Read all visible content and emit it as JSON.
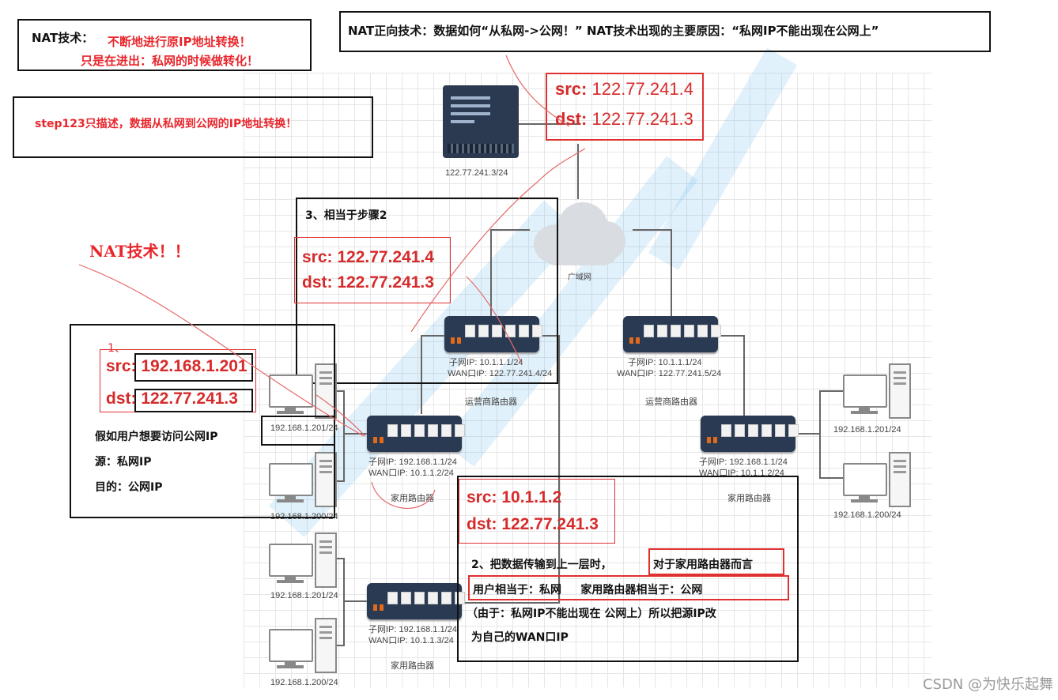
{
  "top_left_box": {
    "heading": "NAT技术：",
    "line1": "不断地进行原IP地址转换！",
    "line2": "只是在进出：私网的时候做转化！"
  },
  "top_right_box": {
    "text": "NAT正向技术：数据如何“从私网->公网！” NAT技术出现的主要原因：“私网IP不能出现在公网上”"
  },
  "step_note": "step123只描述，数据从私网到公网的IP地址转换！",
  "handwritten_nat": "NAT技术！！",
  "server": {
    "ip": "122.77.241.3/24",
    "src": "src: ",
    "src_val": "122.77.241.4",
    "dst": "dst: ",
    "dst_val": "122.77.241.3"
  },
  "cloud_label": "广域网",
  "step3": {
    "title": "3、相当于步骤2",
    "src": "src: ",
    "src_val": "122.77.241.4",
    "dst": "dst: ",
    "dst_val": "122.77.241.3"
  },
  "step1": {
    "num": "1、",
    "src": "src: ",
    "src_val": "192.168.1.201",
    "dst": "dst: ",
    "dst_val": "122.77.241.3",
    "desc1": "假如用户想要访问公网IP",
    "desc2": "源：私网IP",
    "desc3": "目的：公网IP"
  },
  "step2": {
    "src": "src: ",
    "src_val": "10.1.1.2",
    "dst": "dst: ",
    "dst_val": "122.77.241.3",
    "line1a": "2、把数据传输到上一层时，",
    "line1b": "对于家用路由器而言",
    "line2": "用户相当于：私网     家用路由器相当于：公网",
    "line3": "（由于：私网IP不能出现在 公网上）所以把源IP改",
    "line4": "为自己的WAN口IP"
  },
  "isp_router_left": {
    "subnet": "子网IP:   10.1.1.1/24",
    "wan": "WAN口IP:  122.77.241.4/24",
    "name": "运营商路由器"
  },
  "isp_router_right": {
    "subnet": "子网IP:   10.1.1.1/24",
    "wan": "WAN口IP:  122.77.241.5/24",
    "name": "运营商路由器"
  },
  "home_router_1": {
    "subnet": "子网IP:   192.168.1.1/24",
    "wan": "WAN口IP:  10.1.1.2/24",
    "name": "家用路由器"
  },
  "home_router_2": {
    "subnet": "子网IP:   192.168.1.1/24",
    "wan": "WAN口IP:  10.1.1.3/24",
    "name": "家用路由器"
  },
  "home_router_3": {
    "subnet": "子网IP:   192.168.1.1/24",
    "wan": "WAN口IP:  10.1.1.2/24",
    "name": "家用路由器"
  },
  "pcs": {
    "pc1": "192.168.1.201/24",
    "pc2": "192.168.1.200/24",
    "pc3": "192.168.1.201/24",
    "pc4": "192.168.1.200/24",
    "pc5": "192.168.1.201/24",
    "pc6": "192.168.1.200/24"
  },
  "credit": "CSDN @为快乐起舞",
  "colors": {
    "accent_red": "#e8262c",
    "device_navy": "#2a3a52",
    "border": "#111111"
  }
}
